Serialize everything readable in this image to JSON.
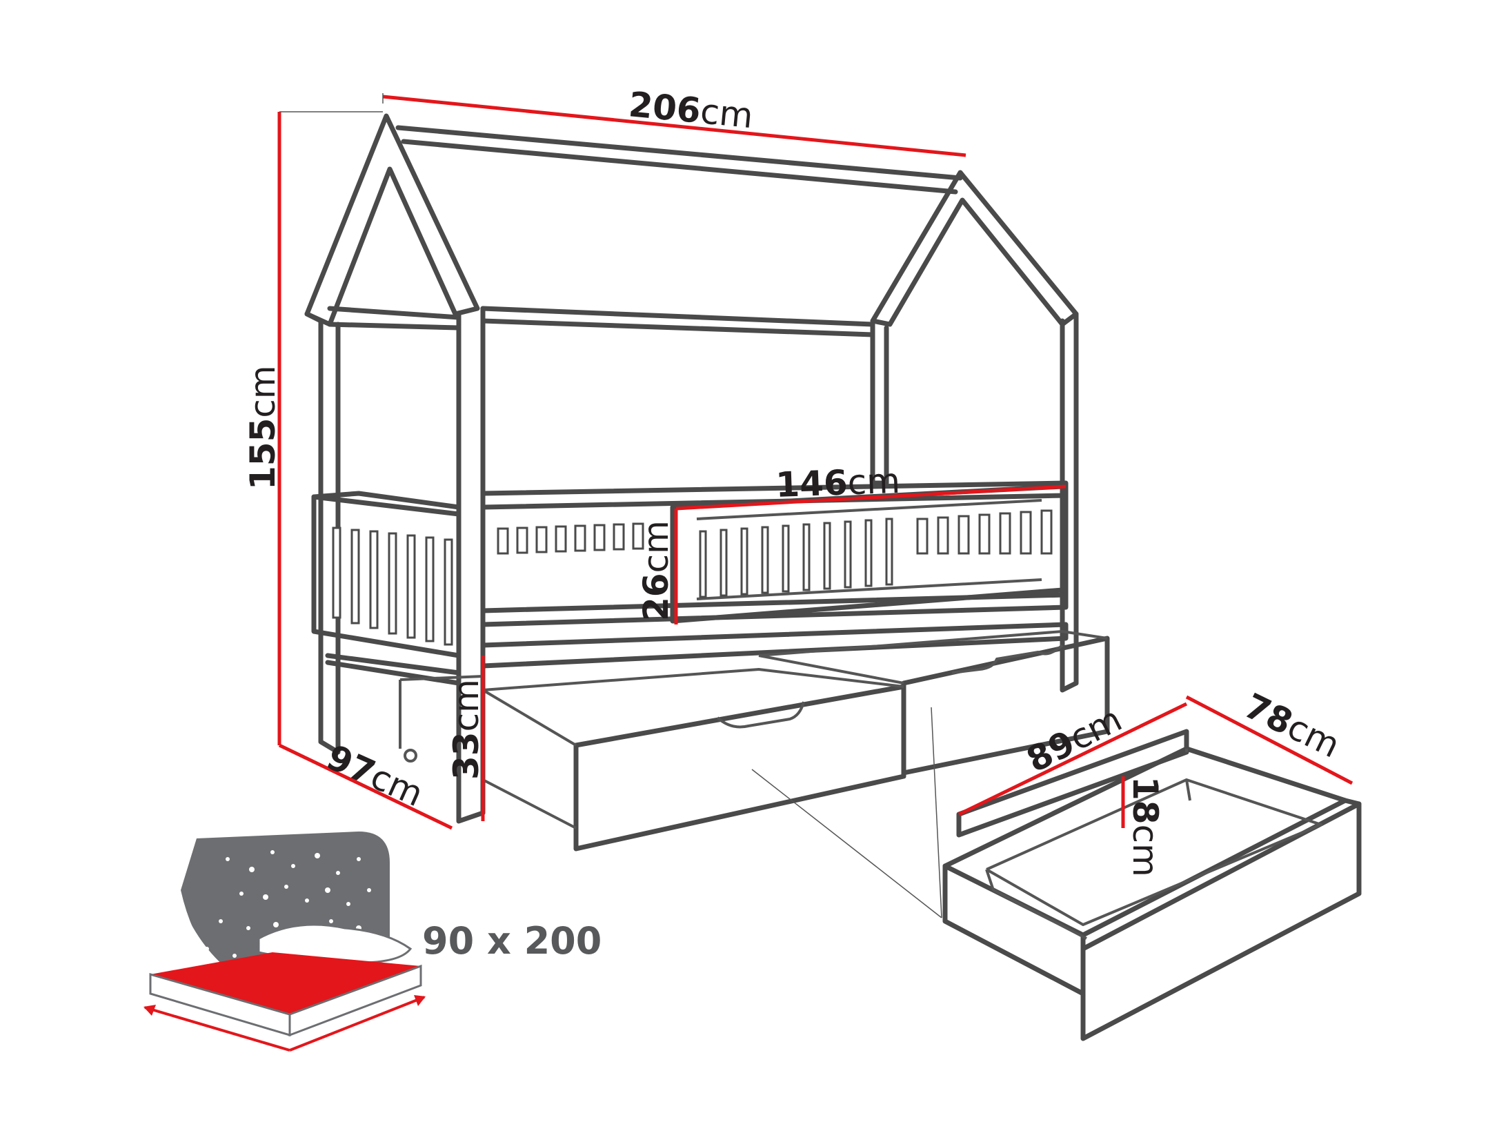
{
  "dimensions": {
    "width_total": {
      "value": "206",
      "unit": "cm"
    },
    "height_total": {
      "value": "155",
      "unit": "cm"
    },
    "depth_total": {
      "value": "97",
      "unit": "cm"
    },
    "leg_height": {
      "value": "33",
      "unit": "cm"
    },
    "rail_length": {
      "value": "146",
      "unit": "cm"
    },
    "rail_height": {
      "value": "26",
      "unit": "cm"
    },
    "drawer_length": {
      "value": "89",
      "unit": "cm"
    },
    "drawer_width": {
      "value": "78",
      "unit": "cm"
    },
    "drawer_height": {
      "value": "18",
      "unit": "cm"
    }
  },
  "mattress": {
    "size_label": "90 x 200"
  },
  "colors": {
    "dimension_line": "#e3161b",
    "frame": "#4a4a4a",
    "mattress_top": "#e3161b",
    "headboard": "#6d6e71"
  }
}
